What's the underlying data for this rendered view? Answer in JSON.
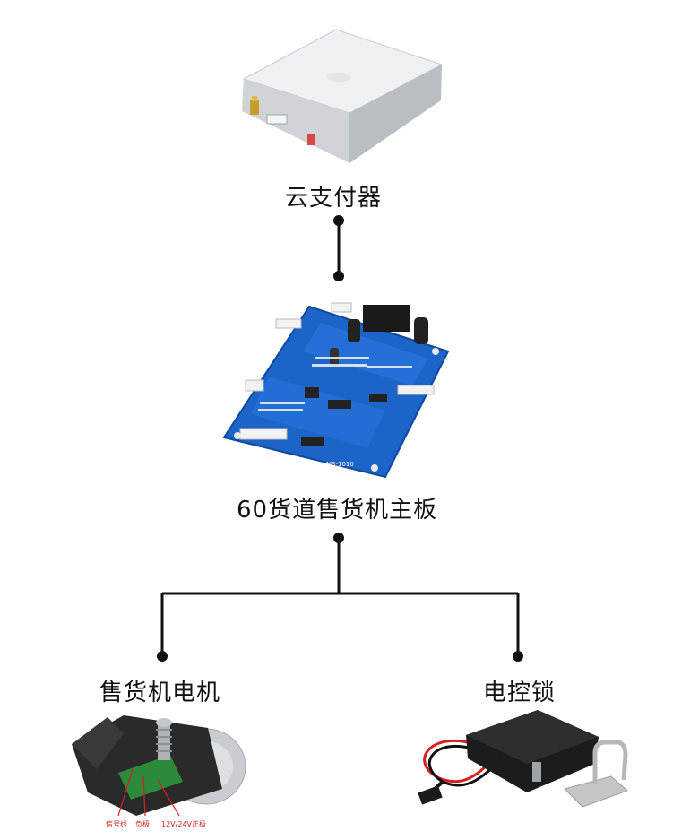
{
  "nodes": {
    "payer": "云支付器",
    "board": "60货道售货机主板",
    "motor": "售货机电机",
    "lock": "电控锁"
  },
  "board_print": "MS-1010",
  "motor_wires": {
    "signal": "信号线",
    "negative": "负极",
    "positive": "12V/24V正极"
  },
  "colors": {
    "connector": "#111111",
    "board_blue": "#1c64c8",
    "wire_red": "#d42020"
  }
}
